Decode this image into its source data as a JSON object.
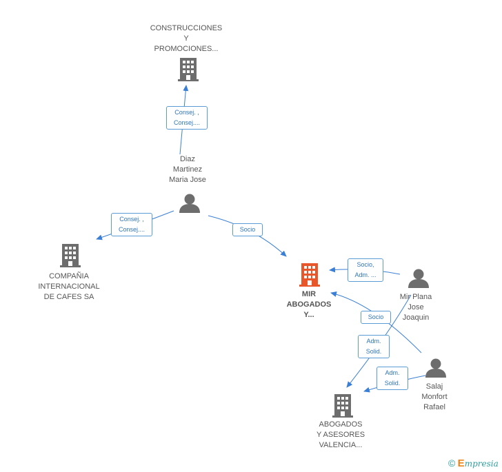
{
  "nodes": {
    "construcciones": {
      "lines": [
        "CONSTRUCCIONES",
        "Y",
        "PROMOCIONES..."
      ],
      "type": "company"
    },
    "diaz": {
      "lines": [
        "Diaz",
        "Martinez",
        "Maria Jose"
      ],
      "type": "person"
    },
    "compania": {
      "lines": [
        "COMPAÑIA",
        "INTERNACIONAL",
        "DE CAFES SA"
      ],
      "type": "company"
    },
    "mir": {
      "lines": [
        "MIR",
        "ABOGADOS",
        "Y..."
      ],
      "type": "company-main"
    },
    "mirplana": {
      "lines": [
        "Mir Plana",
        "Jose",
        "Joaquin"
      ],
      "type": "person"
    },
    "salaj": {
      "lines": [
        "Salaj",
        "Monfort",
        "Rafael"
      ],
      "type": "person"
    },
    "abogados": {
      "lines": [
        "ABOGADOS",
        "Y ASESORES",
        "VALENCIA..."
      ],
      "type": "company"
    }
  },
  "edges": {
    "e1": {
      "lines": [
        "Consej. ,",
        "Consej...."
      ]
    },
    "e2": {
      "lines": [
        "Consej. ,",
        "Consej...."
      ]
    },
    "e3": {
      "lines": [
        "Socio"
      ]
    },
    "e4": {
      "lines": [
        "Socio,",
        "Adm. ..."
      ]
    },
    "e5": {
      "lines": [
        "Socio"
      ]
    },
    "e6": {
      "lines": [
        "Adm.",
        "Solid."
      ]
    },
    "e7": {
      "lines": [
        "Adm.",
        "Solid."
      ]
    }
  },
  "colors": {
    "company": "#6d6d6d",
    "company_main": "#e8562a",
    "person": "#6d6d6d",
    "edge": "#3a7fd5"
  },
  "footer": {
    "copyright": "©",
    "brand_initial": "E",
    "brand_rest": "mpresia"
  }
}
